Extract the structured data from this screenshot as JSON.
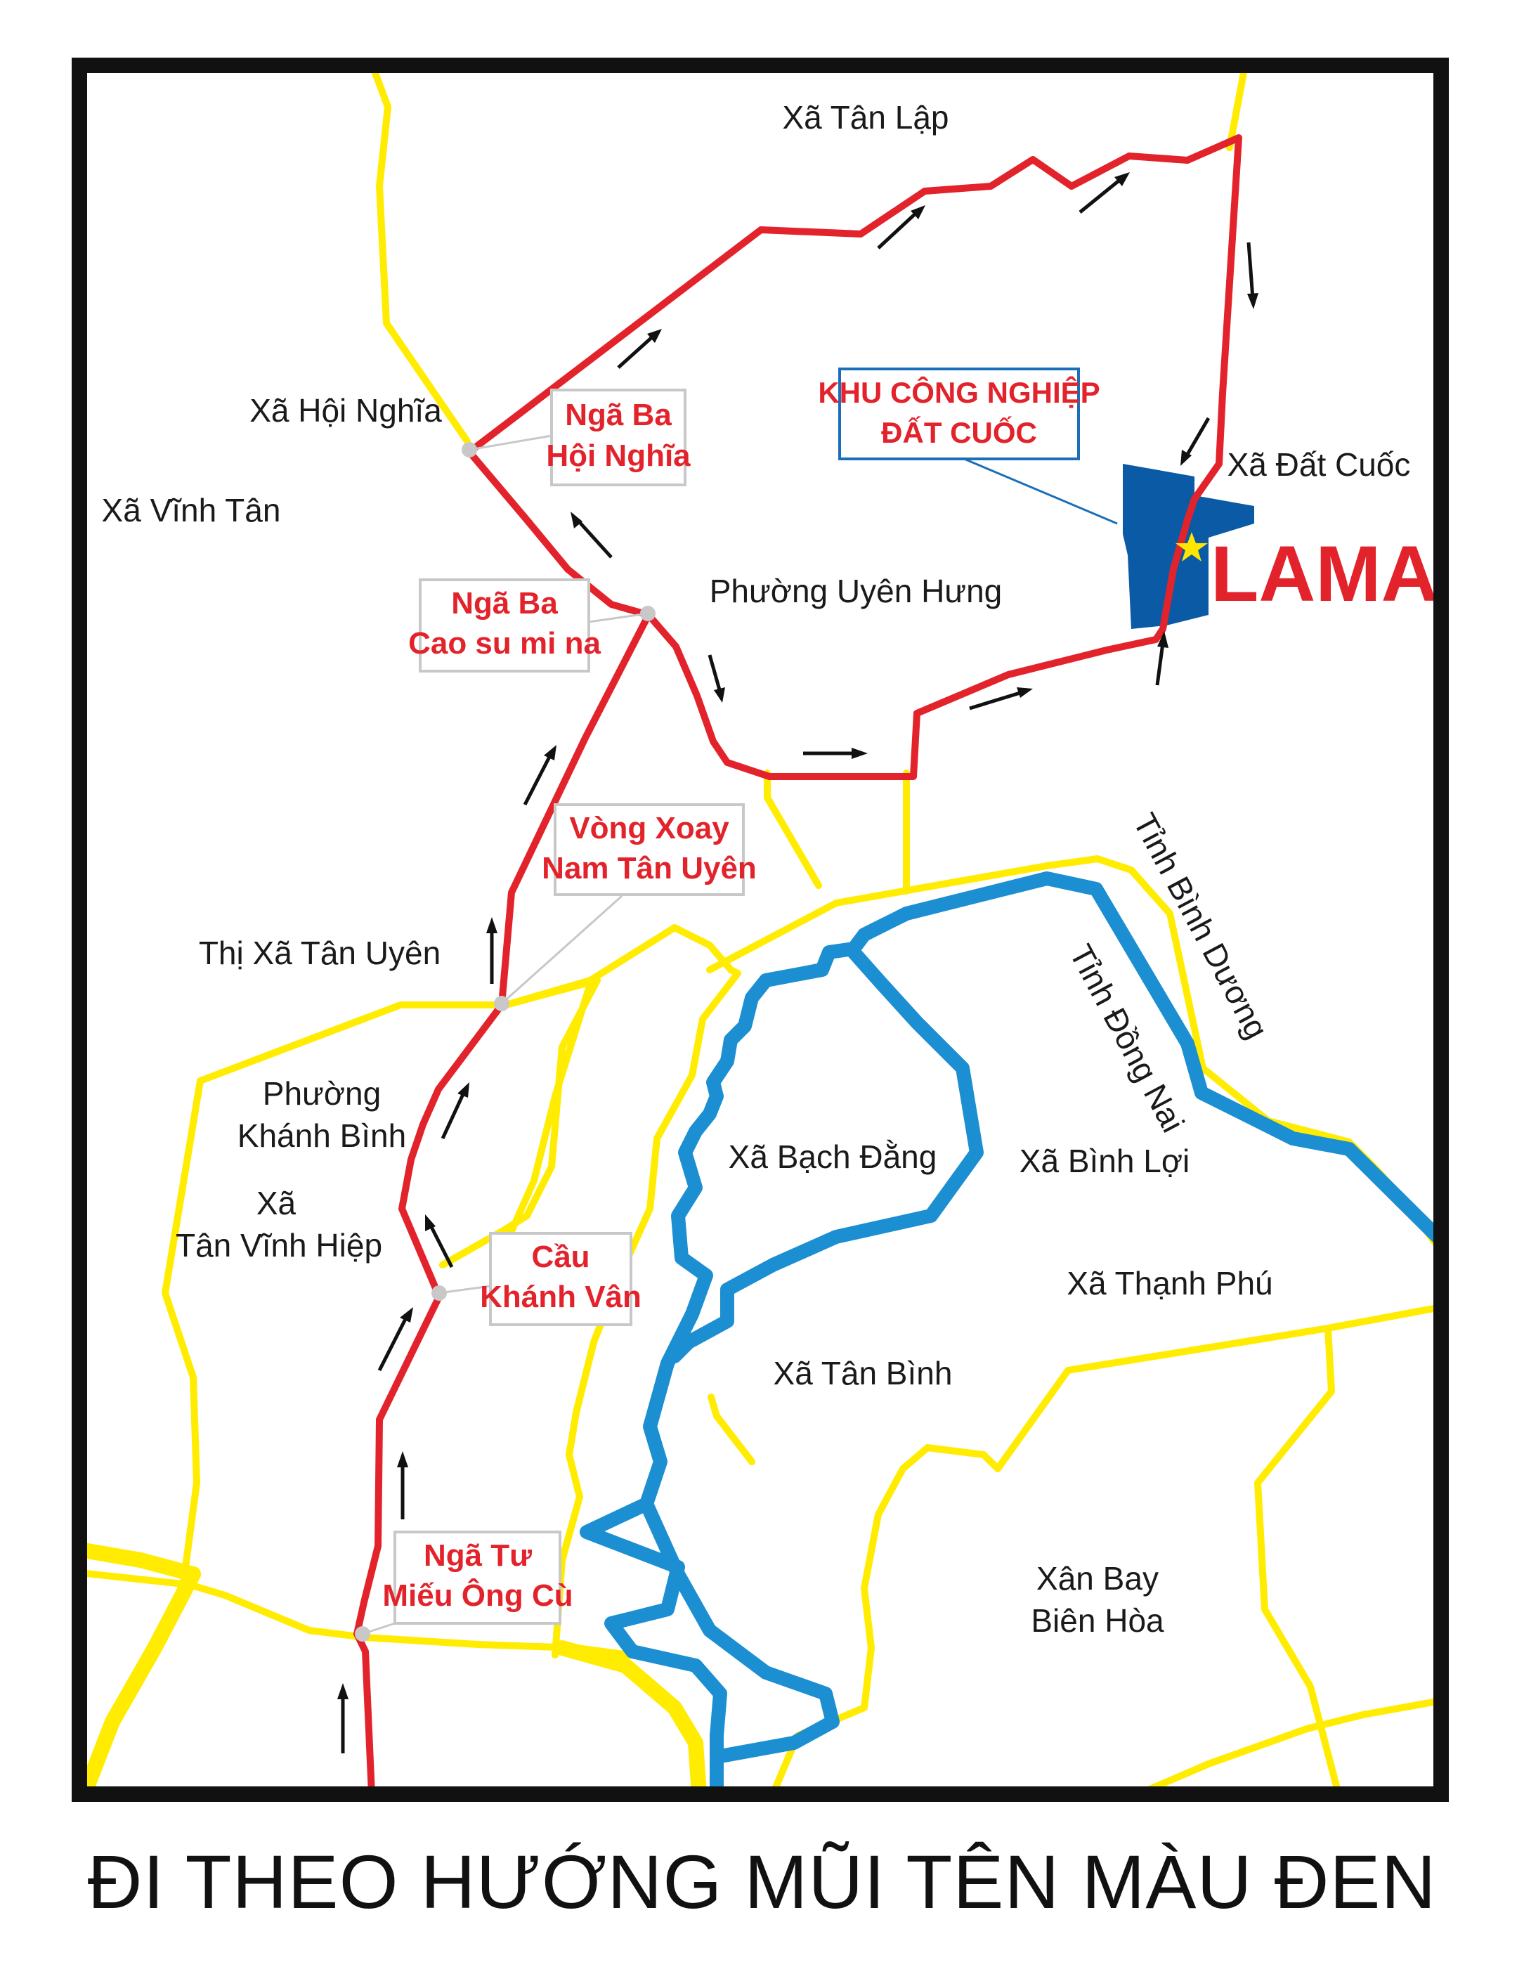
{
  "map": {
    "places": {
      "tan_lap": "Xã Tân Lập",
      "hoi_nghia": "Xã Hội Nghĩa",
      "vinh_tan": "Xã Vĩnh Tân",
      "uyen_hung": "Phường Uyên Hưng",
      "dat_cuoc": "Xã Đất Cuốc",
      "thi_xa_tan_uyen": "Thị Xã Tân Uyên",
      "khanh_binh_1": "Phường",
      "khanh_binh_2": "Khánh Bình",
      "tan_vinh_hiep_1": "Xã",
      "tan_vinh_hiep_2": "Tân Vĩnh Hiệp",
      "bach_dang": "Xã Bạch Đằng",
      "binh_loi": "Xã Bình Lợi",
      "thanh_phu": "Xã Thạnh Phú",
      "tan_binh": "Xã Tân Bình",
      "san_bay_1": "Xân Bay",
      "san_bay_2": "Biên Hòa",
      "tinh_binh_duong": "Tỉnh Bình Dương",
      "tinh_dong_nai": "Tỉnh Đồng Nai"
    },
    "waypoints": {
      "nga_ba_hoi_nghia_1": "Ngã Ba",
      "nga_ba_hoi_nghia_2": "Hội Nghĩa",
      "nga_ba_cao_su_1": "Ngã Ba",
      "nga_ba_cao_su_2": "Cao su mi na",
      "vong_xoay_1": "Vòng Xoay",
      "vong_xoay_2": "Nam Tân Uyên",
      "cau_khanh_van_1": "Cầu",
      "cau_khanh_van_2": "Khánh Vân",
      "nga_tu_1": "Ngã Tư",
      "nga_tu_2": "Miếu Ông Cù"
    },
    "destination": {
      "kcn_1": "KHU CÔNG NGHIỆP",
      "kcn_2": "ĐẤT CUỐC",
      "brand": "LAMA"
    },
    "colors": {
      "route": "#e3232b",
      "road": "#ffec00",
      "river": "#1b8fd1",
      "industrial_zone": "#0b5aa6",
      "star": "#ffe600",
      "border": "#111111"
    }
  },
  "caption": "ĐI THEO HƯỚNG MŨI TÊN MÀU ĐEN"
}
